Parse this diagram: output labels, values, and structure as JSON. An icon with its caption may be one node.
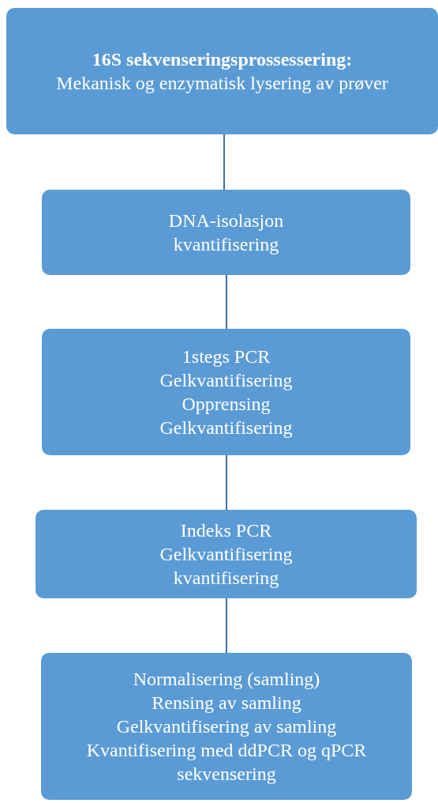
{
  "diagram": {
    "nodes": [
      {
        "text": [
          "16S sekvenseringsprossessering:",
          "Mekanisk og enzymatisk lysering av prøver"
        ]
      },
      {
        "text": [
          "DNA-isolasjon",
          "kvantifisering"
        ]
      },
      {
        "text": [
          "1stegs PCR",
          "Gelkvantifisering",
          "Opprensing",
          "Gelkvantifisering"
        ]
      },
      {
        "text": [
          "Indeks PCR",
          "Gelkvantifisering",
          "kvantifisering"
        ]
      },
      {
        "text": [
          "Normalisering (samling)",
          "Rensing av samling",
          "Gelkvantifisering av samling",
          "Kvantifisering med ddPCR og qPCR",
          "sekvensering"
        ]
      }
    ],
    "edges": [
      {
        "from": 0,
        "to": 1,
        "arrow": "none"
      },
      {
        "from": 1,
        "to": 2,
        "arrow": "none"
      },
      {
        "from": 2,
        "to": 3,
        "arrow": "none"
      },
      {
        "from": 3,
        "to": 4,
        "arrow": "none"
      }
    ]
  }
}
